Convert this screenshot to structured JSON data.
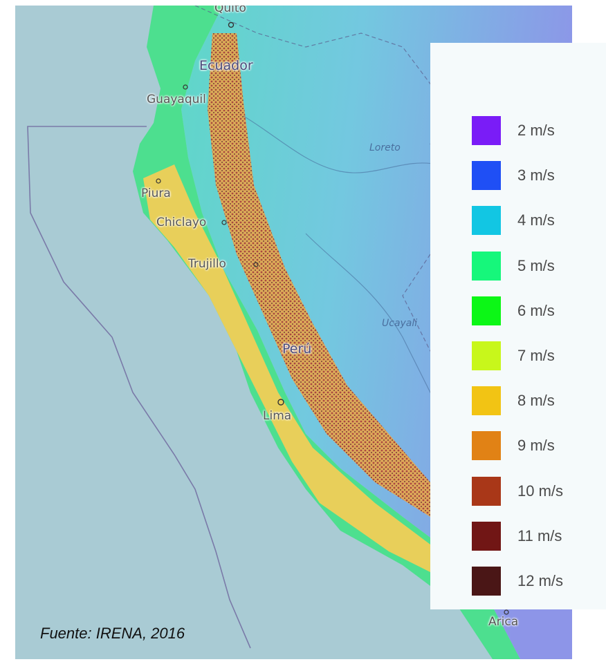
{
  "map": {
    "places": {
      "quito": "Quito",
      "ecuador": "Ecuador",
      "guayaquil": "Guayaquil",
      "loreto": "Loreto",
      "piura": "Piura",
      "chiclayo": "Chiclayo",
      "trujillo": "Trujillo",
      "ucayali": "Ucayali",
      "peru": "Perú",
      "lima": "Lima",
      "arica": "Arica"
    },
    "colors": {
      "ocean": "#a9cbd4",
      "land": "#7fc9de",
      "amazon": "#8d95e8",
      "coast_green": "#3fe08b",
      "andes_yellow": "#f0c842",
      "andes_red": "#b03a2e"
    }
  },
  "legend": {
    "items": [
      {
        "label": "2 m/s",
        "color": "#7a1cf7"
      },
      {
        "label": "3 m/s",
        "color": "#1f4ff5"
      },
      {
        "label": "4 m/s",
        "color": "#12c6e3"
      },
      {
        "label": "5 m/s",
        "color": "#16f77b"
      },
      {
        "label": "6 m/s",
        "color": "#0cf716"
      },
      {
        "label": "7 m/s",
        "color": "#c8f71b"
      },
      {
        "label": "8 m/s",
        "color": "#f2c414"
      },
      {
        "label": "9 m/s",
        "color": "#e18215"
      },
      {
        "label": "10 m/s",
        "color": "#a93718"
      },
      {
        "label": "11 m/s",
        "color": "#711615"
      },
      {
        "label": "12 m/s",
        "color": "#4a1616"
      }
    ]
  },
  "source": {
    "text": "Fuente: IRENA, 2016"
  }
}
